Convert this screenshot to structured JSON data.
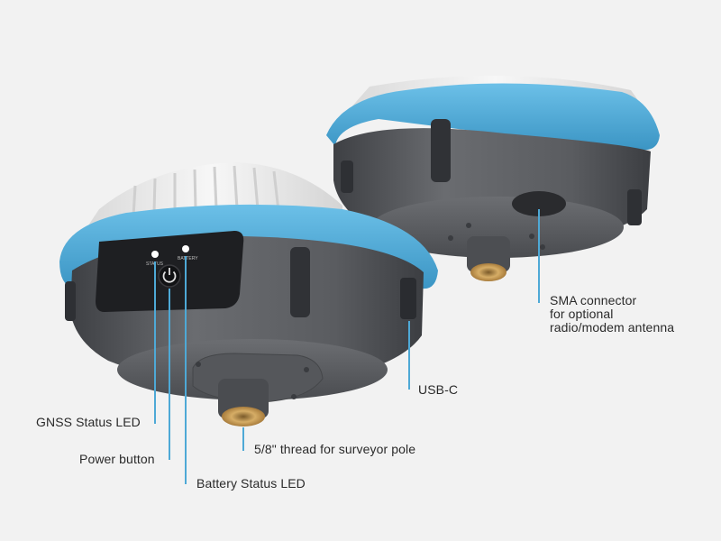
{
  "image": {
    "subject": "gnss-receiver-product-photo",
    "devices": [
      "receiver-front-view",
      "receiver-rear-view"
    ]
  },
  "device_front": {
    "status_label": "STATUS",
    "battery_label": "BATTERY"
  },
  "callouts": {
    "gnss_status_led": "GNSS Status LED",
    "power_button": "Power button",
    "battery_status_led": "Battery Status LED",
    "thread": "5/8\" thread for surveyor pole",
    "usb_c": "USB-C",
    "sma_line1": "SMA connector",
    "sma_line2": "for optional",
    "sma_line3": "radio/modem antenna"
  },
  "colors": {
    "background": "#f2f2f2",
    "bumper_blue": "#4ea9d6",
    "body_gray": "#5e6064",
    "top_white": "#e9e9e9",
    "leader_line": "#4ea9d6",
    "brass": "#c49a55"
  }
}
